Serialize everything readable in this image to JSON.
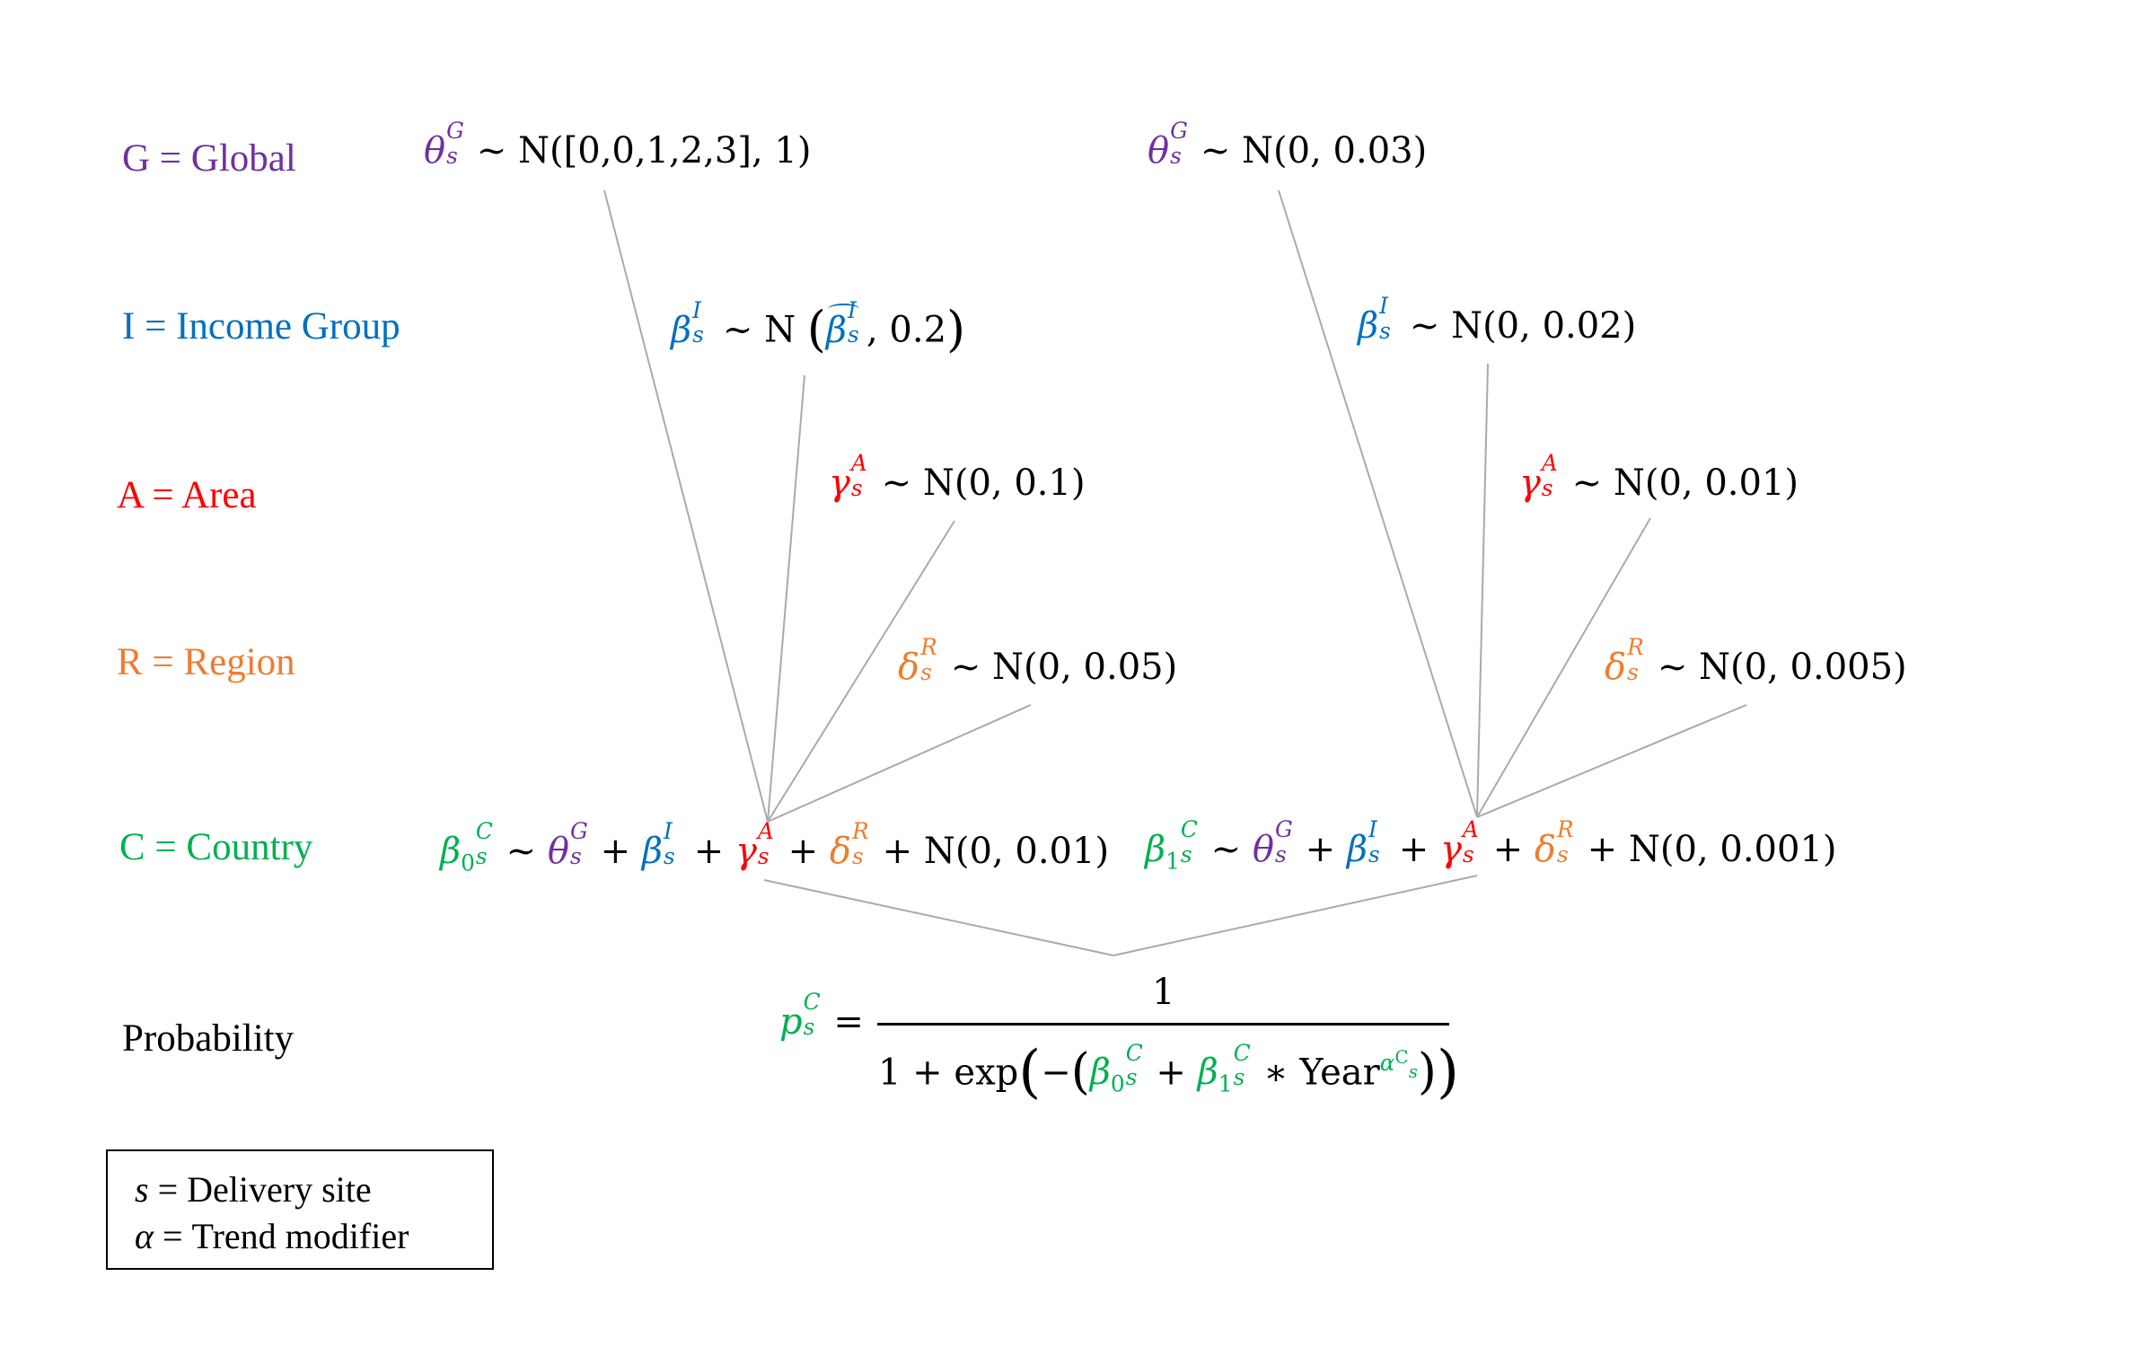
{
  "colors": {
    "global": "#7030a0",
    "income": "#0070c0",
    "area": "#ff0000",
    "region": "#ed7d31",
    "country": "#00b050",
    "connector": "#aaaaaa"
  },
  "levels": {
    "global": "G = Global",
    "income": "I = Income Group",
    "area": "A = Area",
    "region": "R = Region",
    "country": "C = Country",
    "probability": "Probability"
  },
  "intercept": {
    "global_prior": "N([0,0,1,2,3], 1)",
    "income_prior_open": "N",
    "income_prior_sd": ", 0.2",
    "area_prior": "N(0, 0.1)",
    "region_prior": "N(0, 0.05)",
    "country_noise": "N(0, 0.01)"
  },
  "slope": {
    "global_prior": "N(0, 0.03)",
    "income_prior": "N(0, 0.02)",
    "area_prior": "N(0, 0.01)",
    "region_prior": "N(0, 0.005)",
    "country_noise": "N(0, 0.001)"
  },
  "formula": {
    "numerator": "1",
    "denominator_prefix": "1 + exp",
    "year": "Year"
  },
  "legend": {
    "s_def": "= Delivery site",
    "alpha_def": "= Trend modifier"
  }
}
